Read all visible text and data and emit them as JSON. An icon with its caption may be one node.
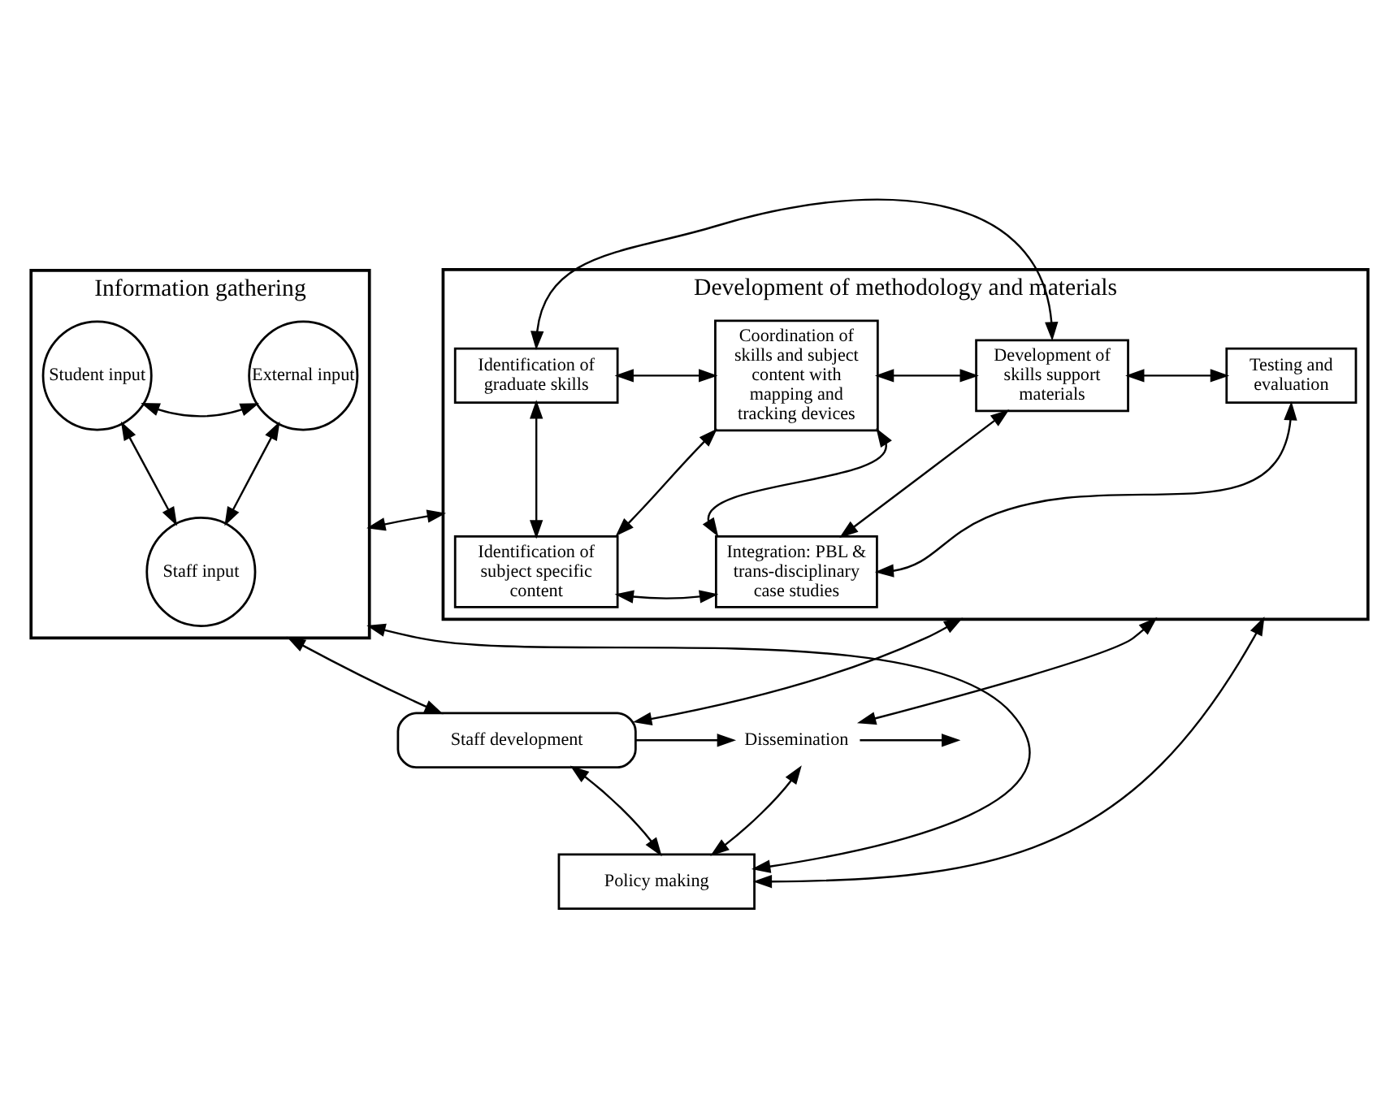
{
  "diagram": {
    "nodes": [
      {
        "text": [
          "Information gathering"
        ]
      },
      {
        "text": [
          "Student input"
        ],
        "in": 0
      },
      {
        "text": [
          "External input"
        ],
        "in": 0
      },
      {
        "text": [
          "Staff input"
        ],
        "in": 0
      },
      {
        "text": [
          "Development of methodology and materials"
        ]
      },
      {
        "text": [
          "Identification of graduate skills"
        ],
        "in": 4
      },
      {
        "text": [
          "Coordination of skills and subject content with mapping and tracking devices"
        ],
        "in": 4
      },
      {
        "text": [
          "Development of skills support materials"
        ],
        "in": 4
      },
      {
        "text": [
          "Identification of subject specific content"
        ],
        "in": 4
      },
      {
        "text": [
          "Integration: PBL & trans-disciplinary case studies"
        ],
        "in": 4
      },
      {
        "text": [
          "Testing and evaluation"
        ],
        "in": 4
      },
      {
        "text": [
          "Staff development"
        ]
      },
      {
        "text": [
          "Dissemination"
        ]
      },
      {
        "text": [
          "Policy making"
        ]
      }
    ],
    "edges": [
      {
        "from": 1,
        "to": 3,
        "arrow": "both"
      },
      {
        "from": 1,
        "to": 2,
        "arrow": "both"
      },
      {
        "from": 3,
        "to": 2,
        "arrow": "both"
      },
      {
        "from": 0,
        "to": 4,
        "arrow": "both"
      },
      {
        "from": 5,
        "to": 7,
        "arrow": "both"
      },
      {
        "from": 5,
        "to": 6,
        "arrow": "both"
      },
      {
        "from": 7,
        "to": 6,
        "arrow": "both"
      },
      {
        "from": 5,
        "to": 8,
        "arrow": "both"
      },
      {
        "from": 8,
        "to": 6,
        "arrow": "both"
      },
      {
        "from": 8,
        "to": 9,
        "arrow": "both"
      },
      {
        "from": 9,
        "to": 6,
        "arrow": "both"
      },
      {
        "from": 7,
        "to": 9,
        "arrow": "both"
      },
      {
        "from": 7,
        "to": 10,
        "arrow": "both"
      },
      {
        "from": 9,
        "to": 10,
        "arrow": "both"
      },
      {
        "from": 0,
        "to": 11,
        "arrow": "both"
      },
      {
        "from": 11,
        "to": 4,
        "arrow": "both"
      },
      {
        "from": 12,
        "to": 4,
        "arrow": "both"
      },
      {
        "from": 11,
        "to": 12,
        "arrow": "to"
      },
      {
        "from": 12,
        "to": null,
        "arrow": "to"
      },
      {
        "from": 13,
        "to": 0,
        "arrow": "both"
      },
      {
        "from": 13,
        "to": 11,
        "arrow": "both"
      },
      {
        "from": 13,
        "to": 12,
        "arrow": "both"
      },
      {
        "from": 13,
        "to": 4,
        "arrow": "both"
      }
    ]
  }
}
